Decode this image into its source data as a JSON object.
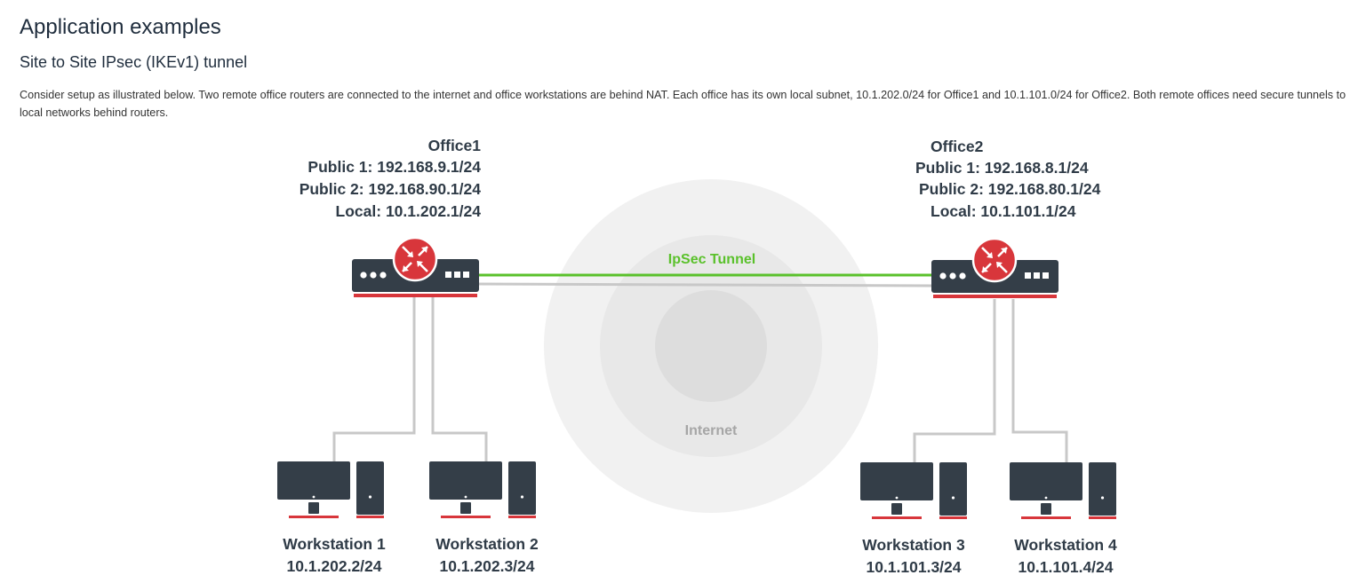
{
  "page": {
    "title": "Application examples",
    "section_title": "Site to Site IPsec (IKEv1) tunnel",
    "intro": "Consider setup as illustrated below. Two remote office routers are connected to the internet and office workstations are behind NAT. Each office has its own local subnet, 10.1.202.0/24 for Office1 and 10.1.101.0/24 for Office2. Both remote offices need secure tunnels to local networks behind routers."
  },
  "diagram": {
    "colors": {
      "device": "#343e48",
      "accent_red": "#d8363b",
      "tunnel_green": "#5ac12b",
      "link_gray": "#c8c8c8",
      "internet_outer": "#f1f1f1",
      "internet_mid": "#e8e8e8",
      "internet_inner": "#dddddd",
      "internet_text": "#a6a6a6"
    },
    "internet_label": "Internet",
    "tunnel_label": "IpSec Tunnel",
    "office1": {
      "name": "Office1",
      "public1": "Public 1: 192.168.9.1/24",
      "public2": "Public 2: 192.168.90.1/24",
      "local": "Local: 10.1.202.1/24"
    },
    "office2": {
      "name": "Office2",
      "public1": "Public 1: 192.168.8.1/24",
      "public2": "Public 2: 192.168.80.1/24",
      "local": "Local: 10.1.101.1/24"
    },
    "workstations": [
      {
        "name": "Workstation 1",
        "ip": "10.1.202.2/24"
      },
      {
        "name": "Workstation 2",
        "ip": "10.1.202.3/24"
      },
      {
        "name": "Workstation 3",
        "ip": "10.1.101.3/24"
      },
      {
        "name": "Workstation 4",
        "ip": "10.1.101.4/24"
      }
    ],
    "icons": {
      "router": "router-icon",
      "workstation": "workstation-icon"
    }
  }
}
